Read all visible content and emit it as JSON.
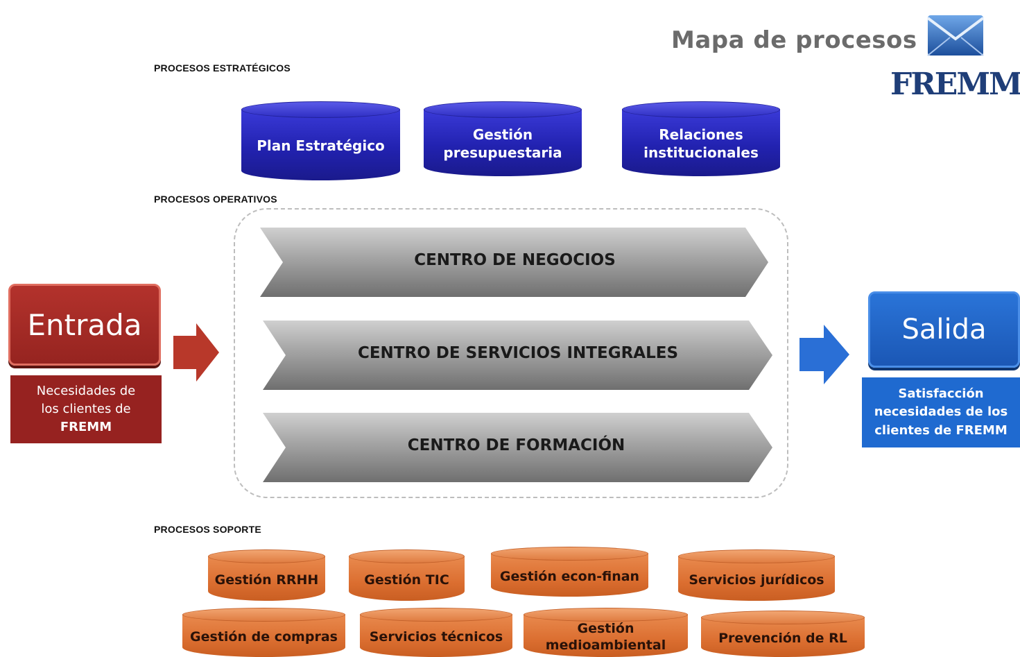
{
  "header": {
    "title": "Mapa de procesos",
    "logo_text": "FREMM"
  },
  "sections": {
    "strategic": "PROCESOS ESTRATÉGICOS",
    "operative": "PROCESOS OPERATIVOS",
    "support": "PROCESOS SOPORTE"
  },
  "strategic_processes": [
    "Plan Estratégico",
    "Gestión presupuestaria",
    "Relaciones institucionales"
  ],
  "operative_processes": [
    "CENTRO DE NEGOCIOS",
    "CENTRO DE SERVICIOS INTEGRALES",
    "CENTRO DE FORMACIÓN"
  ],
  "input": {
    "title": "Entrada",
    "note": [
      "Necesidades de",
      "los clientes de",
      "FREMM"
    ]
  },
  "output": {
    "title": "Salida",
    "note": [
      "Satisfacción",
      "necesidades de los",
      "clientes de FREMM"
    ]
  },
  "support_processes": [
    "Gestión RRHH",
    "Gestión TIC",
    "Gestión econ-finan",
    "Servicios jurídicos",
    "Gestión de compras",
    "Servicios técnicos",
    "Gestión medioambiental",
    "Prevención de RL"
  ],
  "colors": {
    "strategic": "#2a2abf",
    "operative": "#9a9a9a",
    "input": "#a52a26",
    "output": "#1f6ad0",
    "support": "#e07a3c",
    "logo": "#1f3e78"
  }
}
